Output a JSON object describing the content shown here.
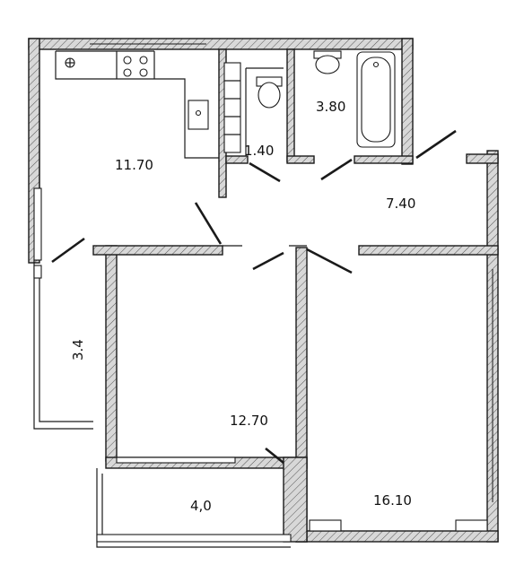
{
  "rooms": [
    {
      "id": "kitchen",
      "area": "11.70"
    },
    {
      "id": "wc",
      "area": "1.40"
    },
    {
      "id": "bathroom",
      "area": "3.80"
    },
    {
      "id": "hall",
      "area": "7.40"
    },
    {
      "id": "loggia-left",
      "area": "3.4"
    },
    {
      "id": "bedroom",
      "area": "12.70"
    },
    {
      "id": "balcony",
      "area": "4,0"
    },
    {
      "id": "living",
      "area": "16.10"
    }
  ]
}
